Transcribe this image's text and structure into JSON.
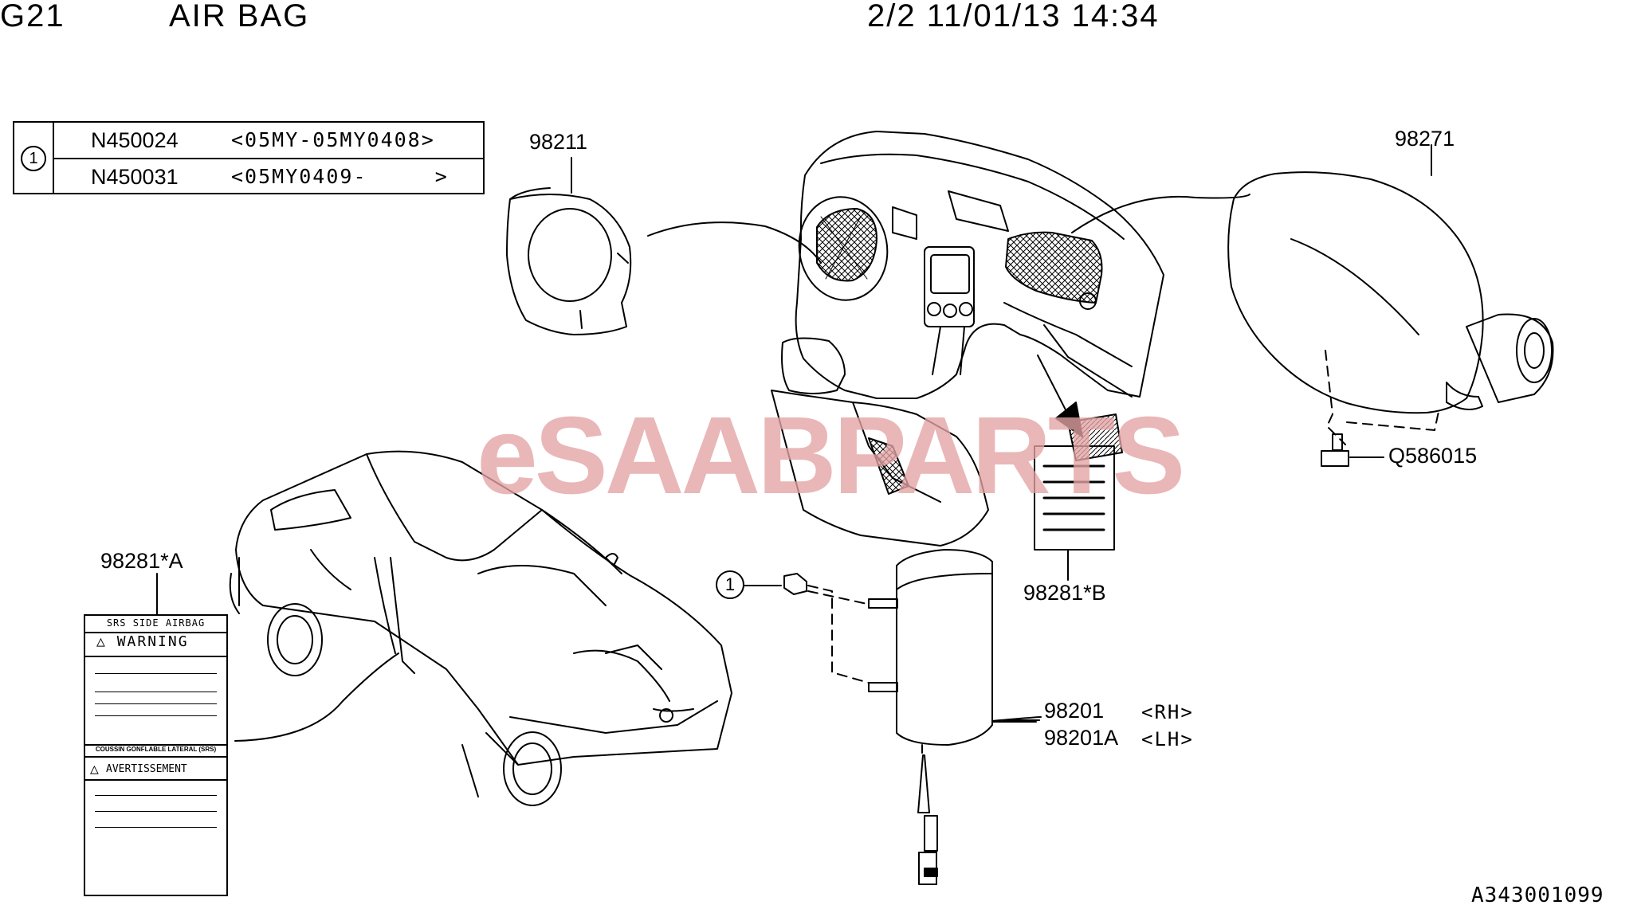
{
  "header": {
    "code": "G21",
    "title": "AIR BAG",
    "page_info": "2/2 11/01/13 14:34"
  },
  "ref_table": {
    "marker": "1",
    "rows": [
      {
        "part": "N450024",
        "range": "<05MY-05MY0408>"
      },
      {
        "part": "N450031",
        "range": "<05MY0409-     >"
      }
    ]
  },
  "callouts": {
    "steering_airbag": "98211",
    "passenger_airbag": "98271",
    "bolt": "Q586015",
    "label_a": "98281*A",
    "label_b": "98281*B",
    "side_airbag_rh": "98201",
    "side_airbag_rh_side": "<RH>",
    "side_airbag_lh": "98201A",
    "side_airbag_lh_side": "<LH>",
    "nut_marker": "1"
  },
  "warning_label": {
    "heading": "SRS SIDE AIRBAG",
    "warning": "WARNING",
    "french_heading": "COUSSIN GONFLABLE LATERAL (SRS)",
    "avertissement": "AVERTISSEMENT"
  },
  "watermark": "eSAABPARTS",
  "drawing_id": "A343001099"
}
